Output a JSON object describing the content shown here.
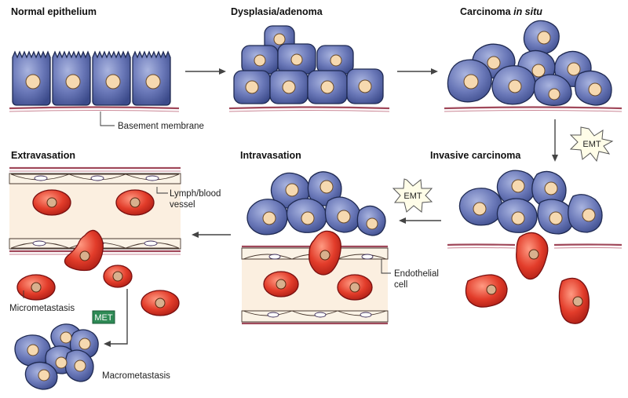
{
  "stages": {
    "normal": "Normal epithelium",
    "dysplasia": "Dysplasia/adenoma",
    "carcinoma_prefix": "Carcinoma ",
    "carcinoma_italic": "in situ",
    "invasive": "Invasive carcinoma",
    "intravasation": "Intravasation",
    "extravasation": "Extravasation"
  },
  "labels": {
    "basement": "Basement membrane",
    "lymph_1": "Lymph/blood",
    "lymph_2": "vessel",
    "endo_1": "Endothelial",
    "endo_2": "cell",
    "micro": "Micrometastasis",
    "macro": "Macrometastasis"
  },
  "badges": {
    "emt_1": "EMT",
    "emt_2": "EMT",
    "met": "MET"
  },
  "colors": {
    "epithelial_cell": "#5a6aa8",
    "tumour_cell_red": "#e03a28",
    "basement_membrane": "#a0485a",
    "vessel_lumen": "#fbefe0",
    "met_badge": "#2e8a55"
  }
}
